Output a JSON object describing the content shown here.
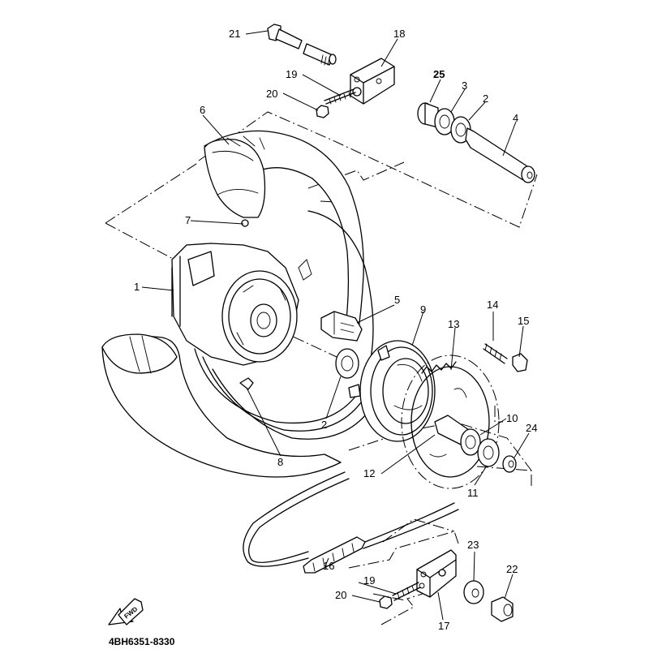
{
  "diagram": {
    "title": "Rear Wheel Exploded View",
    "part_code": "4BH6351-8330",
    "direction_badge": "FWD",
    "colors": {
      "line": "#000000",
      "background": "#ffffff"
    },
    "callouts": [
      {
        "id": "c21",
        "label": "21",
        "part": "shaft-bolt"
      },
      {
        "id": "c18",
        "label": "18",
        "part": "chain-puller-right"
      },
      {
        "id": "c19a",
        "label": "19",
        "part": "adjusting-bolt"
      },
      {
        "id": "c20a",
        "label": "20",
        "part": "nut"
      },
      {
        "id": "c25",
        "label": "25",
        "part": "collar"
      },
      {
        "id": "c3",
        "label": "3",
        "part": "oil-seal"
      },
      {
        "id": "c2a",
        "label": "2",
        "part": "bearing"
      },
      {
        "id": "c4",
        "label": "4",
        "part": "wheel-axle"
      },
      {
        "id": "c6",
        "label": "6",
        "part": "tire"
      },
      {
        "id": "c7",
        "label": "7",
        "part": "valve"
      },
      {
        "id": "c1",
        "label": "1",
        "part": "cast-wheel"
      },
      {
        "id": "c5",
        "label": "5",
        "part": "damper"
      },
      {
        "id": "c9",
        "label": "9",
        "part": "clutch-hub"
      },
      {
        "id": "c13",
        "label": "13",
        "part": "driven-sprocket"
      },
      {
        "id": "c14",
        "label": "14",
        "part": "stud-bolt"
      },
      {
        "id": "c15",
        "label": "15",
        "part": "nut"
      },
      {
        "id": "c2b",
        "label": "2",
        "part": "bearing"
      },
      {
        "id": "c8",
        "label": "8",
        "part": "balance-weight"
      },
      {
        "id": "c10",
        "label": "10",
        "part": "bearing"
      },
      {
        "id": "c24",
        "label": "24",
        "part": "collar"
      },
      {
        "id": "c12",
        "label": "12",
        "part": "collar"
      },
      {
        "id": "c11",
        "label": "11",
        "part": "oil-seal"
      },
      {
        "id": "c16",
        "label": "16",
        "part": "drive-chain"
      },
      {
        "id": "c23",
        "label": "23",
        "part": "washer"
      },
      {
        "id": "c22",
        "label": "22",
        "part": "axle-nut"
      },
      {
        "id": "c19b",
        "label": "19",
        "part": "adjusting-bolt"
      },
      {
        "id": "c20b",
        "label": "20",
        "part": "nut"
      },
      {
        "id": "c17",
        "label": "17",
        "part": "chain-puller-left"
      }
    ]
  }
}
